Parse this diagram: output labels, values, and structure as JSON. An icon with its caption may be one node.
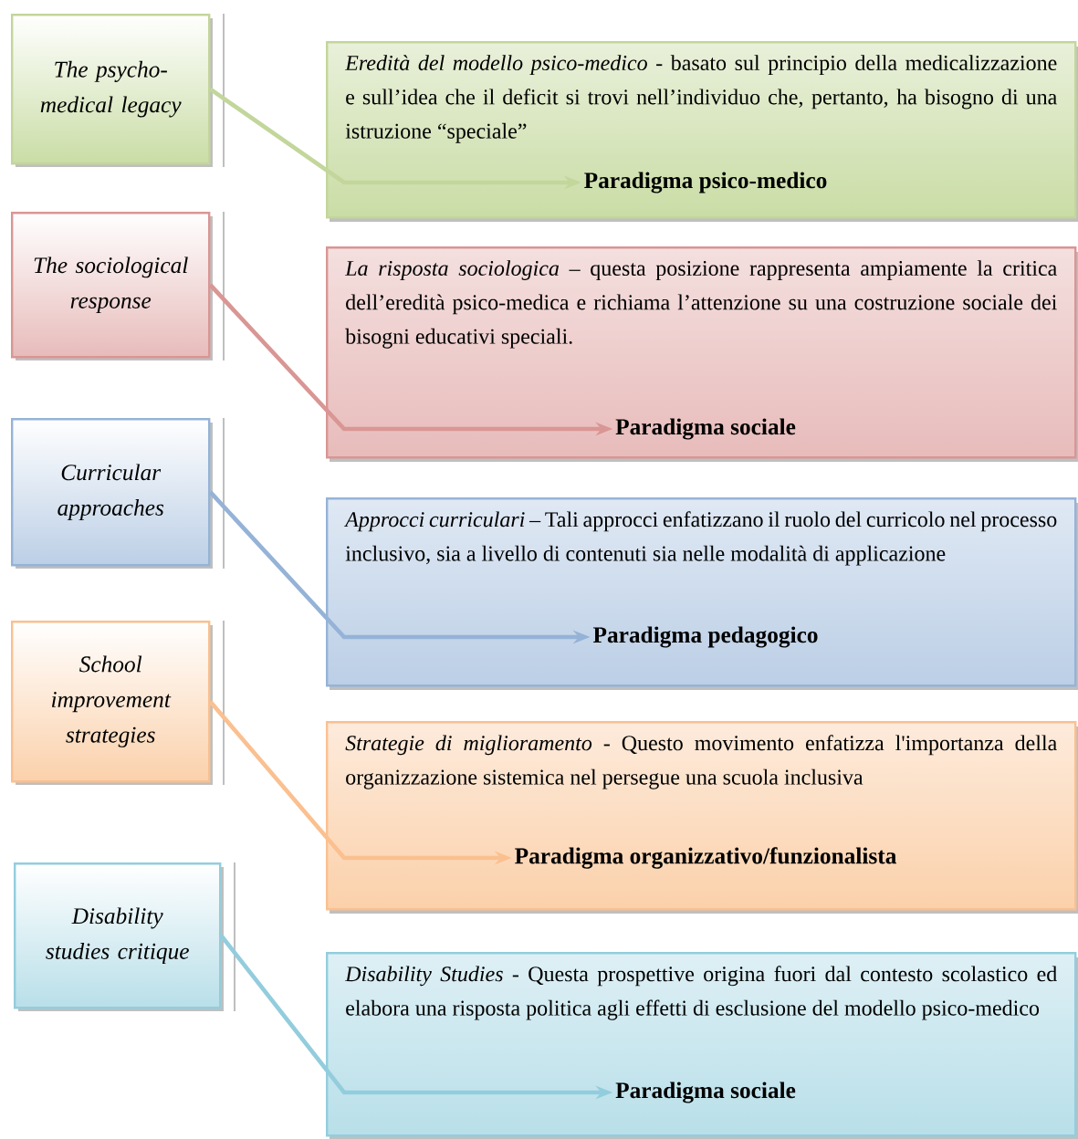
{
  "diagram": {
    "nodes": [
      {
        "text": [
          "The psycho-medical legacy"
        ]
      },
      {
        "text": [
          "*Eredità del modello psico-medico* - basato sul principio della medicalizzazione e sull’idea che il deficit si trovi nell’individuo che, pertanto, ha bisogno di una istruzione “speciale”"
        ]
      },
      {
        "text": [
          "Paradigma psico-medico"
        ],
        "in": 1
      },
      {
        "text": [
          "The sociological response"
        ]
      },
      {
        "text": [
          "*La risposta sociologica* – questa posizione rappresenta ampiamente la critica dell’eredità psico-medica e richiama l’attenzione su una costruzione sociale dei bisogni educativi speciali."
        ]
      },
      {
        "text": [
          "Paradigma sociale"
        ],
        "in": 4
      },
      {
        "text": [
          "Curricular approaches"
        ]
      },
      {
        "text": [
          "*Approcci curriculari* – Tali approcci enfatizzano il ruolo del curricolo nel processo inclusivo,  sia a livello di contenuti sia nelle modalità di applicazione"
        ]
      },
      {
        "text": [
          "Paradigma pedagogico"
        ],
        "in": 7
      },
      {
        "text": [
          "School improvement strategies"
        ]
      },
      {
        "text": [
          "*Strategie di miglioramento* - Questo movimento enfatizza l'importanza della organizzazione sistemica nel persegue una scuola inclusiva"
        ]
      },
      {
        "text": [
          "Paradigma organizzativo/funzionalista"
        ],
        "in": 10
      },
      {
        "text": [
          "Disability studies critique"
        ]
      },
      {
        "text": [
          "*Disability Studies* - Questa prospettive origina fuori dal contesto scolastico ed elabora una risposta politica agli effetti di esclusione del modello psico-medico"
        ]
      },
      {
        "text": [
          "Paradigma sociale"
        ],
        "in": 13
      }
    ],
    "edges": [
      {
        "from": 0,
        "to": 2,
        "arrow": "to",
        "color": "#c3d69b"
      },
      {
        "from": 3,
        "to": 5,
        "arrow": "to",
        "color": "#d99694"
      },
      {
        "from": 6,
        "to": 8,
        "arrow": "to",
        "color": "#95b3d7"
      },
      {
        "from": 9,
        "to": 11,
        "arrow": "to",
        "color": "#fac090"
      },
      {
        "from": 12,
        "to": 14,
        "arrow": "to",
        "color": "#93cddd"
      }
    ]
  }
}
